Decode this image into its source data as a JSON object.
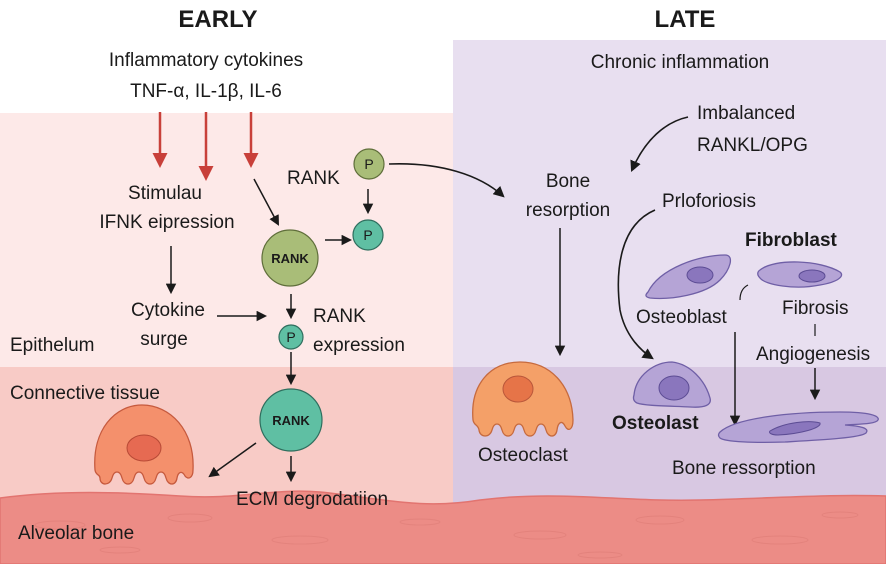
{
  "headers": {
    "early": "EARLY",
    "late": "LATE"
  },
  "early": {
    "cytokines_title": "Inflammatory cytokines",
    "cytokines_list": "TNF-α, IL-1β, IL-6",
    "stimulus_line1": "Stimulau",
    "stimulus_line2": "IFNK eipression",
    "cytokine_surge_line1": "Cytokine",
    "cytokine_surge_line2": "surge",
    "rank_label_top": "RANK",
    "rank_node_mid": "RANK",
    "rank_expression_line1": "RANK",
    "rank_expression_line2": "expression",
    "rank_node_bottom": "RANK",
    "p_label": "P",
    "ecm_degradation": "ECM degrodatiion",
    "layers": {
      "epithelium": "Epithelum",
      "connective_tissue": "Connective tissue",
      "alveolar_bone": "Alveolar bone"
    }
  },
  "late": {
    "chronic_inflammation": "Chronic inflammation",
    "imbalance_line1": "Imbalanced",
    "imbalance_line2": "RANKL/OPG",
    "bone_resorption_line1": "Bone",
    "bone_resorption_line2": "resorption",
    "proliferation": "Prloforiosis",
    "fibroblast": "Fibroblast",
    "osteoblast": "Osteoblast",
    "fibrosis": "Fibrosis",
    "angiogenesis": "Angiogenesis",
    "osteoclast": "Osteoclast",
    "osteolast": "Osteolast",
    "bone_ressorption": "Bone ressorption"
  },
  "colors": {
    "early_bg_upper": "#fde9e8",
    "early_bg_lower": "#f8cbc6",
    "late_bg_upper": "#e8dff0",
    "late_bg_lower": "#d8c8e2",
    "bone": "#ec8c86",
    "red_arrow": "#c8403a",
    "rank_green": "#a9bd78",
    "rank_teal": "#5fbfa3",
    "osteoclast_orange": "#f4a068",
    "cell_purple": "#b5a4d6"
  }
}
